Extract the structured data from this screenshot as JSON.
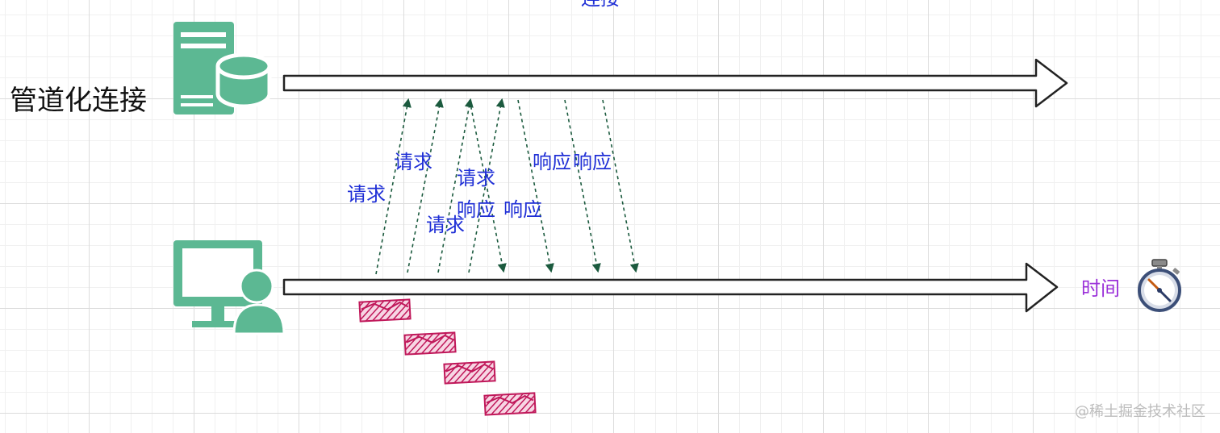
{
  "diagram": {
    "top_cutoff_text": "连接",
    "title": "管道化连接",
    "request_labels": [
      "请求",
      "请求",
      "请求",
      "请求"
    ],
    "response_labels": [
      "响应",
      "响应",
      "响应",
      "响应"
    ],
    "time_label": "时间",
    "watermark": "@稀土掘金技术社区"
  },
  "icons": {
    "server": "server-database-icon",
    "client": "computer-user-icon",
    "timer": "stopwatch-icon"
  },
  "colors": {
    "icon_green": "#5cb893",
    "arrow_green": "#1b5a3e",
    "label_blue": "#1f2fd6",
    "time_purple": "#9b30d9",
    "scribble_red": "#c0185a"
  }
}
